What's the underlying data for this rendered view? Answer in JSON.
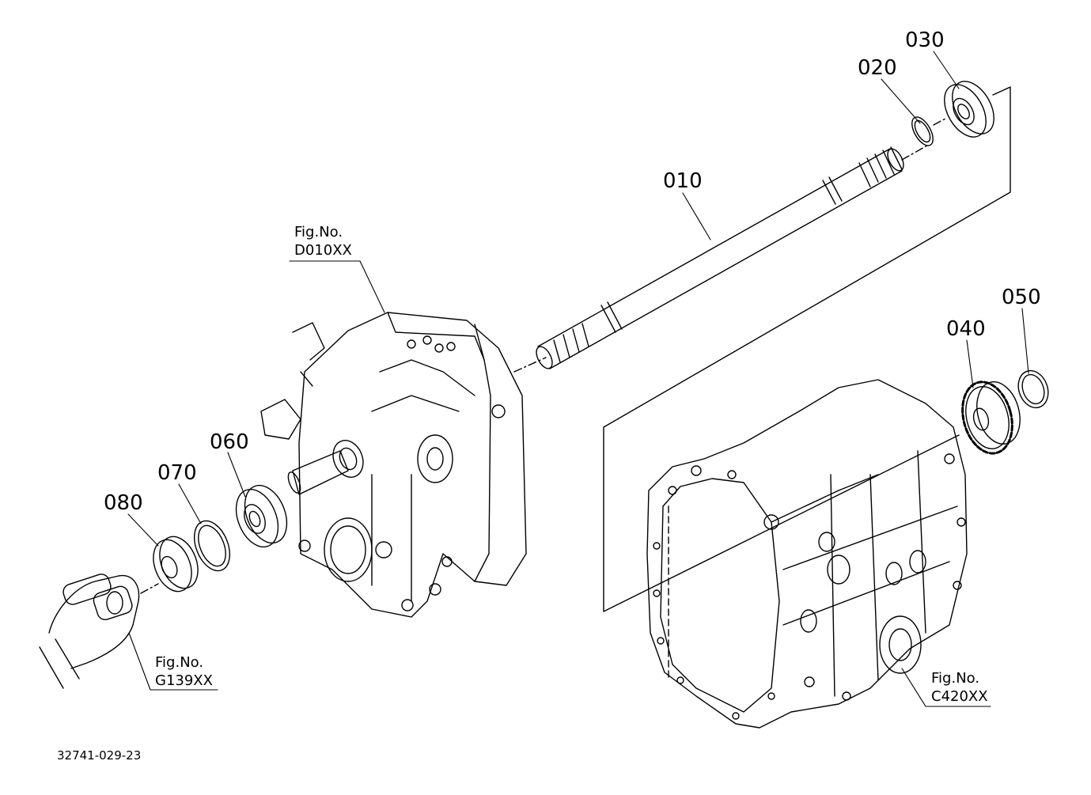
{
  "callouts": {
    "p010": "010",
    "p020": "020",
    "p030": "030",
    "p040": "040",
    "p050": "050",
    "p060": "060",
    "p070": "070",
    "p080": "080"
  },
  "figure_refs": [
    {
      "line1": "Fig.No.",
      "line2": "D010XX"
    },
    {
      "line1": "Fig.No.",
      "line2": "G139XX"
    },
    {
      "line1": "Fig.No.",
      "line2": "C420XX"
    }
  ],
  "drawing_code": "32741-029-23"
}
